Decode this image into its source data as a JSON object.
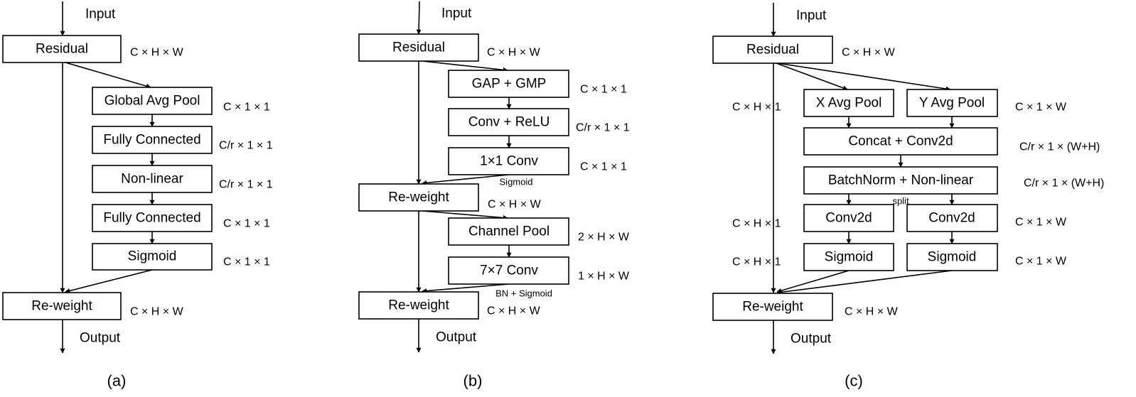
{
  "panel_a": {
    "input": "Input",
    "output": "Output",
    "label": "(a)",
    "residual": "Residual",
    "gap": "Global Avg Pool",
    "fc1": "Fully Connected",
    "nonlinear": "Non-linear",
    "fc2": "Fully Connected",
    "sigmoid": "Sigmoid",
    "reweight": "Re-weight",
    "dim_residual": "C × H × W",
    "dim_gap": "C × 1 × 1",
    "dim_fc1": "C/r × 1 × 1",
    "dim_nonlinear": "C/r × 1 × 1",
    "dim_fc2": "C × 1 × 1",
    "dim_sigmoid": "C × 1 × 1",
    "dim_reweight": "C × H × W"
  },
  "panel_b": {
    "input": "Input",
    "output": "Output",
    "label": "(b)",
    "residual": "Residual",
    "gapgmp": "GAP + GMP",
    "convrelu": "Conv + ReLU",
    "conv1x1": "1×1 Conv",
    "sigmoid_note": "Sigmoid",
    "reweight1": "Re-weight",
    "channelpool": "Channel Pool",
    "conv7x7": "7×7 Conv",
    "bn_note": "BN + Sigmoid",
    "reweight2": "Re-weight",
    "dim_residual": "C × H × W",
    "dim_gapgmp": "C × 1 × 1",
    "dim_convrelu": "C/r × 1 × 1",
    "dim_conv1x1": "C × 1 × 1",
    "dim_reweight1": "C × H × W",
    "dim_channelpool": "2 × H × W",
    "dim_conv7x7": "1 × H × W",
    "dim_reweight2": "C × H × W"
  },
  "panel_c": {
    "input": "Input",
    "output": "Output",
    "label": "(c)",
    "residual": "Residual",
    "xavgpool": "X Avg Pool",
    "yavgpool": "Y Avg Pool",
    "concat": "Concat + Conv2d",
    "bn": "BatchNorm + Non-linear",
    "split_note": "split",
    "conv2d_l": "Conv2d",
    "conv2d_r": "Conv2d",
    "sigmoid_l": "Sigmoid",
    "sigmoid_r": "Sigmoid",
    "reweight": "Re-weight",
    "dim_residual": "C × H × W",
    "dim_x1": "C × H × 1",
    "dim_y1": "C × 1 × W",
    "dim_concat": "C/r × 1 × (W+H)",
    "dim_bn": "C/r × 1 × (W+H)",
    "dim_x2": "C × H × 1",
    "dim_y2": "C × 1 × W",
    "dim_x3": "C × H × 1",
    "dim_y3": "C × 1 × W",
    "dim_reweight": "C × H × W"
  }
}
